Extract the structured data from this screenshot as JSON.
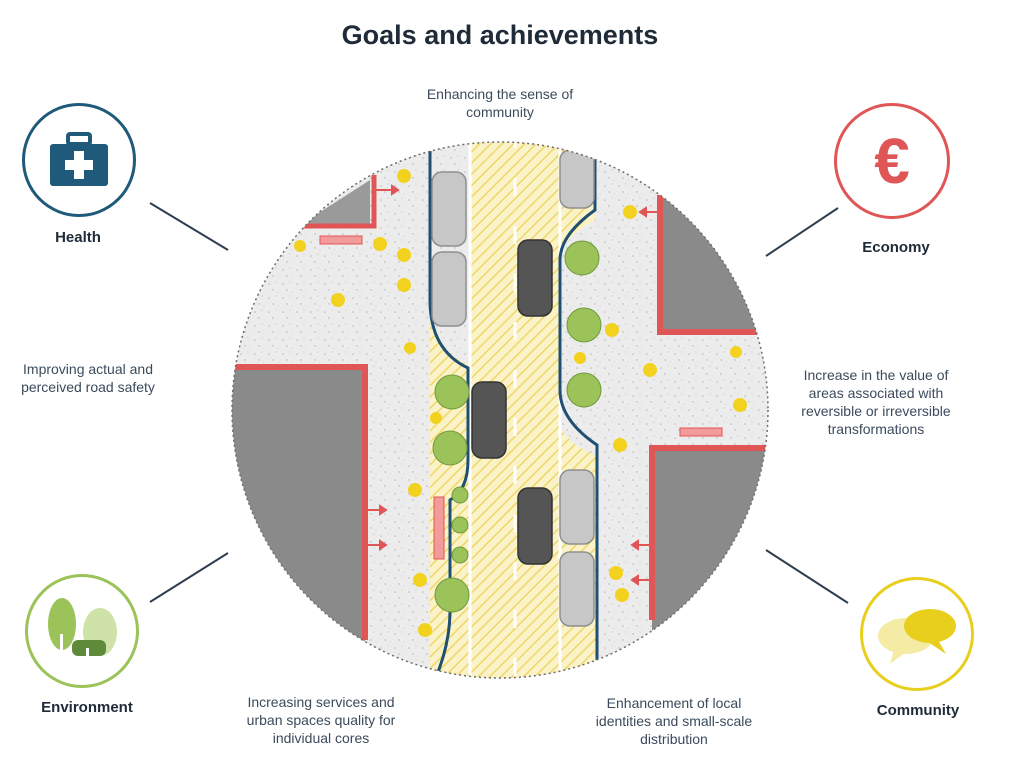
{
  "title": "Goals and achievements",
  "categories": {
    "health": {
      "label": "Health",
      "color": "#1f5a7a"
    },
    "economy": {
      "label": "Economy",
      "color": "#e05656"
    },
    "environment": {
      "label": "Environment",
      "color": "#9cc25a"
    },
    "community": {
      "label": "Community",
      "color": "#e8cf1e"
    }
  },
  "notes": {
    "top": "Enhancing the sense of community",
    "left": "Improving actual and perceived road safety",
    "right": "Increase in the value of areas associated with reversible or irreversible transformations",
    "bottom_left": "Increasing services and urban spaces quality for individual cores",
    "bottom_right": "Enhancement of local identities and small-scale distribution"
  },
  "icons": {
    "health": "first-aid-kit-icon",
    "economy": "euro-icon",
    "environment": "trees-icon",
    "community": "speech-bubbles-icon"
  }
}
